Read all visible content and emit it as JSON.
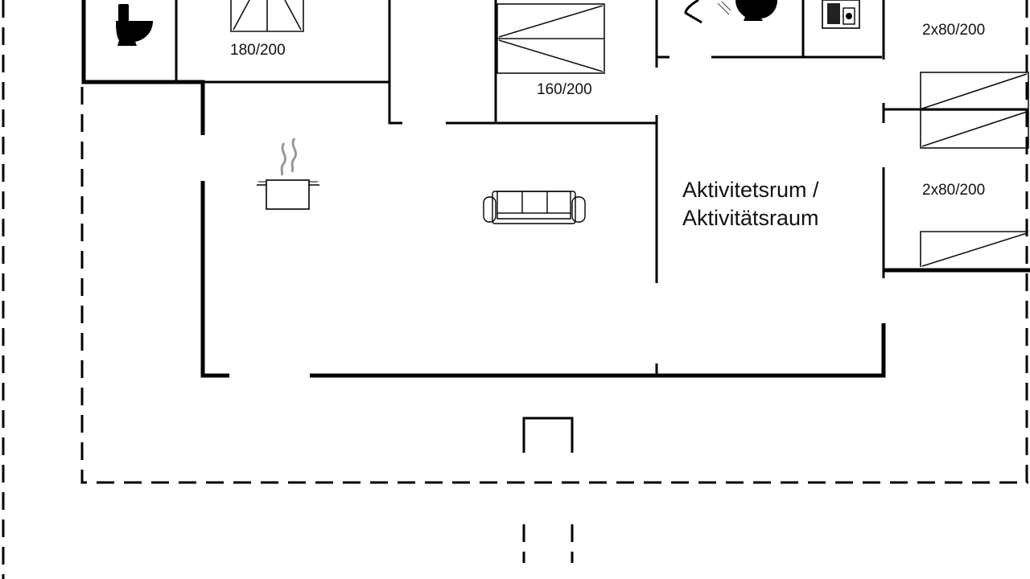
{
  "rooms": {
    "activity_room_line1": "Aktivitetsrum /",
    "activity_room_line2": "Aktivitätsraum"
  },
  "beds": {
    "double_bed_left": "180/200",
    "double_bed_center": "160/200",
    "twin_beds_upper": "2x80/200",
    "twin_beds_lower": "2x80/200"
  },
  "icons": [
    "toilet-icon",
    "cooking-pot-icon",
    "sofa-icon",
    "shower-icon",
    "sink-icon",
    "washing-machine-icon",
    "bed-icon"
  ],
  "colors": {
    "lines": "#000000",
    "background": "#ffffff"
  }
}
